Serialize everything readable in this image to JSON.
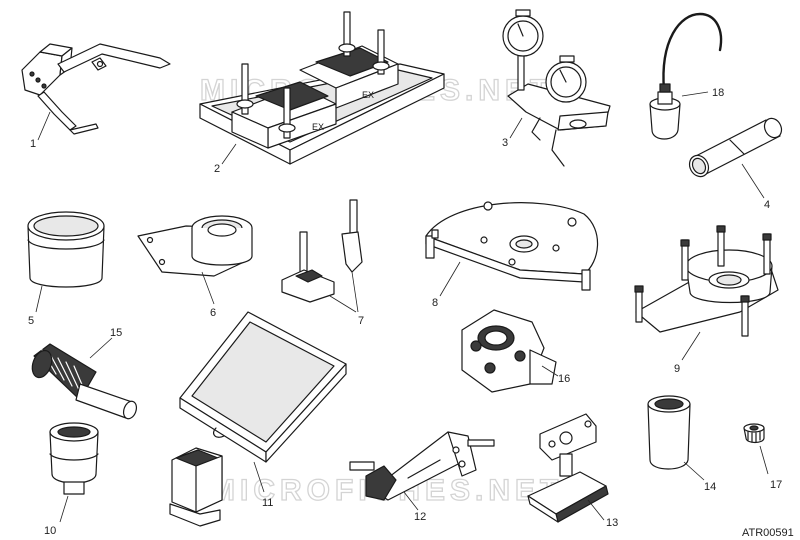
{
  "diagram": {
    "code": "ATR00591",
    "watermark": "MICROFICHES.NET",
    "labels": [
      "1",
      "2",
      "3",
      "4",
      "5",
      "6",
      "7",
      "8",
      "9",
      "10",
      "11",
      "12",
      "13",
      "14",
      "15",
      "16",
      "17",
      "18"
    ]
  }
}
